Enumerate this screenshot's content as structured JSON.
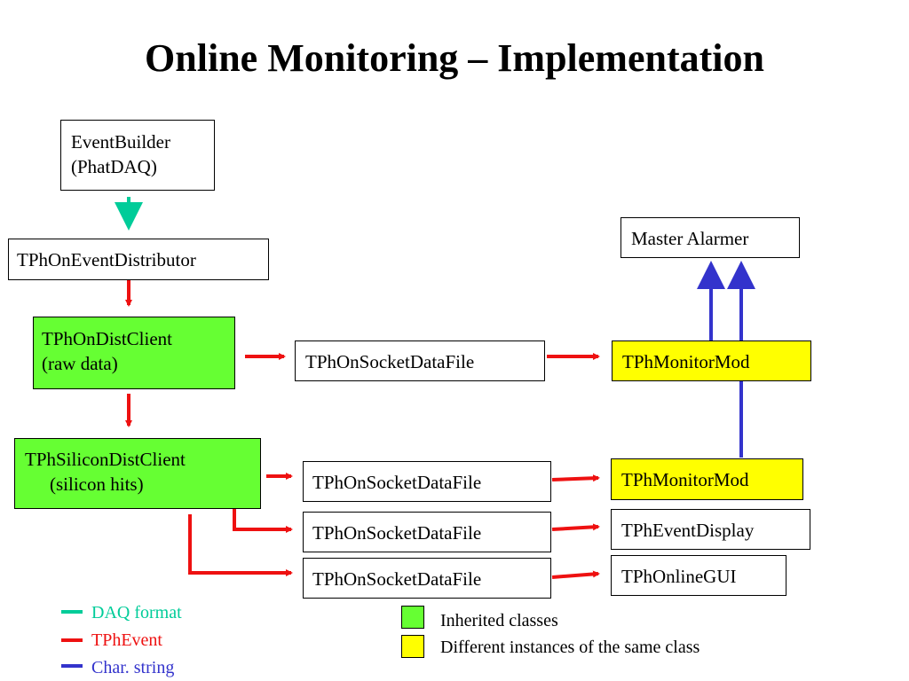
{
  "title": "Online Monitoring – Implementation",
  "boxes": {
    "event_builder": {
      "line1": "EventBuilder",
      "line2": "(PhatDAQ)"
    },
    "event_distributor": "TPhOnEventDistributor",
    "dist_client": {
      "line1": "TPhOnDistClient",
      "line2": "(raw data)"
    },
    "silicon_client": {
      "line1": "TPhSiliconDistClient",
      "line2": "(silicon hits)"
    },
    "socket_file_1": "TPhOnSocketDataFile",
    "socket_file_2": "TPhOnSocketDataFile",
    "socket_file_3": "TPhOnSocketDataFile",
    "socket_file_4": "TPhOnSocketDataFile",
    "master_alarmer": "Master Alarmer",
    "monitor_mod_1": "TPhMonitorMod",
    "monitor_mod_2": "TPhMonitorMod",
    "event_display": "TPhEventDisplay",
    "online_gui": "TPhOnlineGUI"
  },
  "legend": {
    "lines": [
      {
        "label": "DAQ format",
        "color": "#00cc99"
      },
      {
        "label": "TPhEvent",
        "color": "#ee1111"
      },
      {
        "label": "Char. string",
        "color": "#3333cc"
      }
    ],
    "swatches": [
      {
        "label": "Inherited classes",
        "color": "#66ff33"
      },
      {
        "label": "Different instances of the same class",
        "color": "#ffff00"
      }
    ]
  },
  "colors": {
    "daq": "#00cc99",
    "tphevent": "#ee1111",
    "char_string": "#3333cc",
    "inherited": "#66ff33",
    "instances": "#ffff00"
  }
}
